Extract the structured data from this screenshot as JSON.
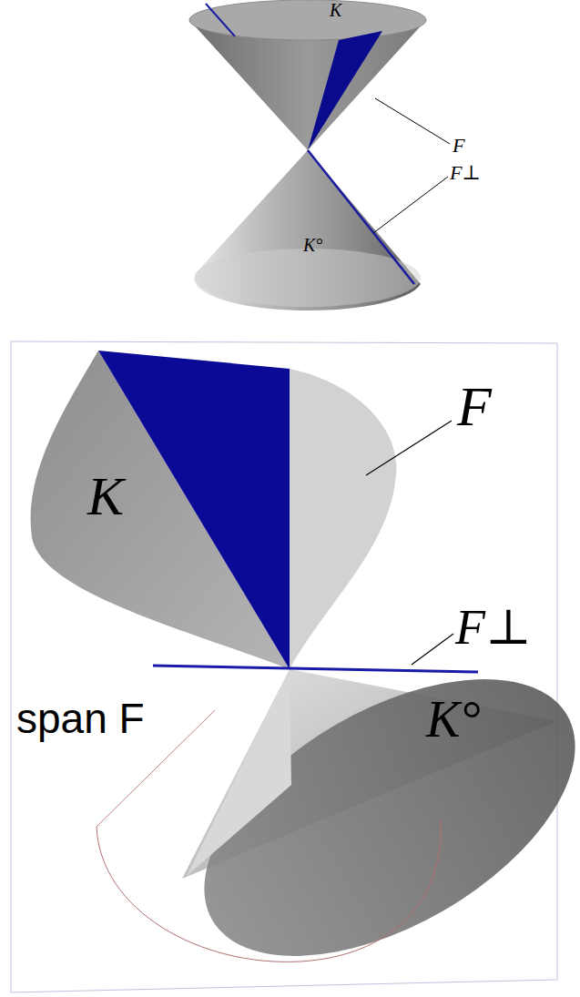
{
  "diagram": {
    "labels": [
      "K",
      "F",
      "F⊥",
      "K°",
      "F",
      "K",
      "F⊥",
      "span F",
      "K°"
    ]
  }
}
